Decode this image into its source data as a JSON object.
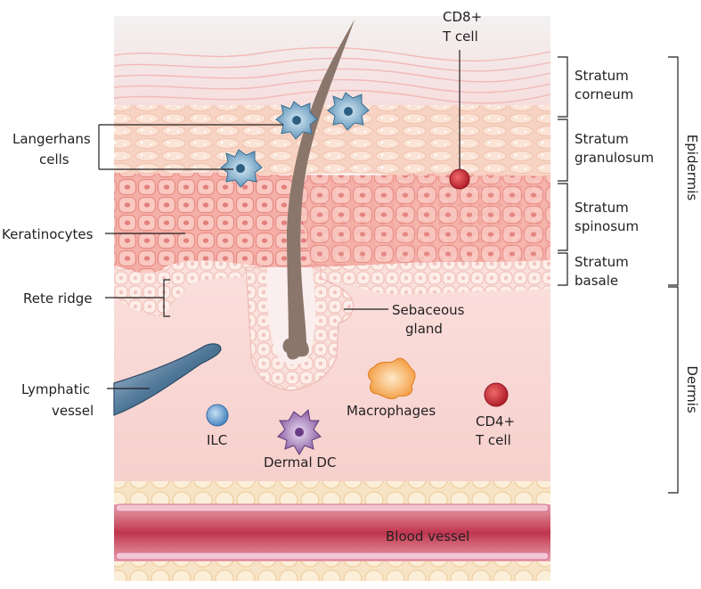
{
  "labels": {
    "langerhans_1": "Langerhans",
    "langerhans_2": "cells",
    "keratinocytes": "Keratinocytes",
    "rete_ridge": "Rete ridge",
    "lymphatic_1": "Lymphatic",
    "lymphatic_2": "vessel",
    "ilc": "ILC",
    "dermal_dc": "Dermal DC",
    "macrophages": "Macrophages",
    "cd4_1": "CD4+",
    "cd4_2": "T cell",
    "cd8_1": "CD8+",
    "cd8_2": "T cell",
    "sebaceous_1": "Sebaceous",
    "sebaceous_2": "gland",
    "blood_vessel": "Blood vessel"
  },
  "layers": {
    "corneum_1": "Stratum",
    "corneum_2": "corneum",
    "granulosum_1": "Stratum",
    "granulosum_2": "granulosum",
    "spinosum_1": "Stratum",
    "spinosum_2": "spinosum",
    "basale_1": "Stratum",
    "basale_2": "basale"
  },
  "regions": {
    "epidermis": "Epidermis",
    "dermis": "Dermis"
  },
  "colors": {
    "line": "#231f20",
    "hair": "#8a766b",
    "langerhans": "#5b95b8",
    "t_cell": "#c8242f",
    "macrophage": "#f59a3a",
    "dendritic": "#8c5ba3",
    "ilc": "#6aa0d4",
    "lymphatic": "#3f6c8e",
    "blood": "#c0354e"
  }
}
